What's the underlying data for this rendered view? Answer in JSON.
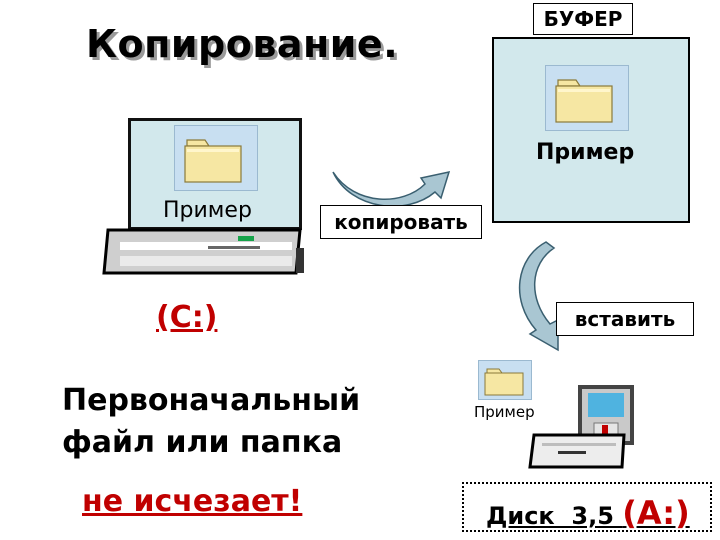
{
  "title": "Копирование.",
  "buffer": {
    "label": "БУФЕР",
    "file_label": "Пример"
  },
  "source": {
    "file_label": "Пример",
    "drive": "(C:)"
  },
  "actions": {
    "copy": "копировать",
    "paste": "вставить"
  },
  "target": {
    "file_label": "Пример",
    "disk_text": "Диск  3,5 ",
    "disk_drive": "(A:)"
  },
  "note": {
    "line1": "Первоначальный",
    "line2": "файл или  папка",
    "emphasis": "не  исчезает!"
  },
  "colors": {
    "buffer_bg": "#d2e8ec",
    "folder": "#f6e7a3",
    "accent_red": "#c00000",
    "arrow": "#a9c6d2"
  }
}
